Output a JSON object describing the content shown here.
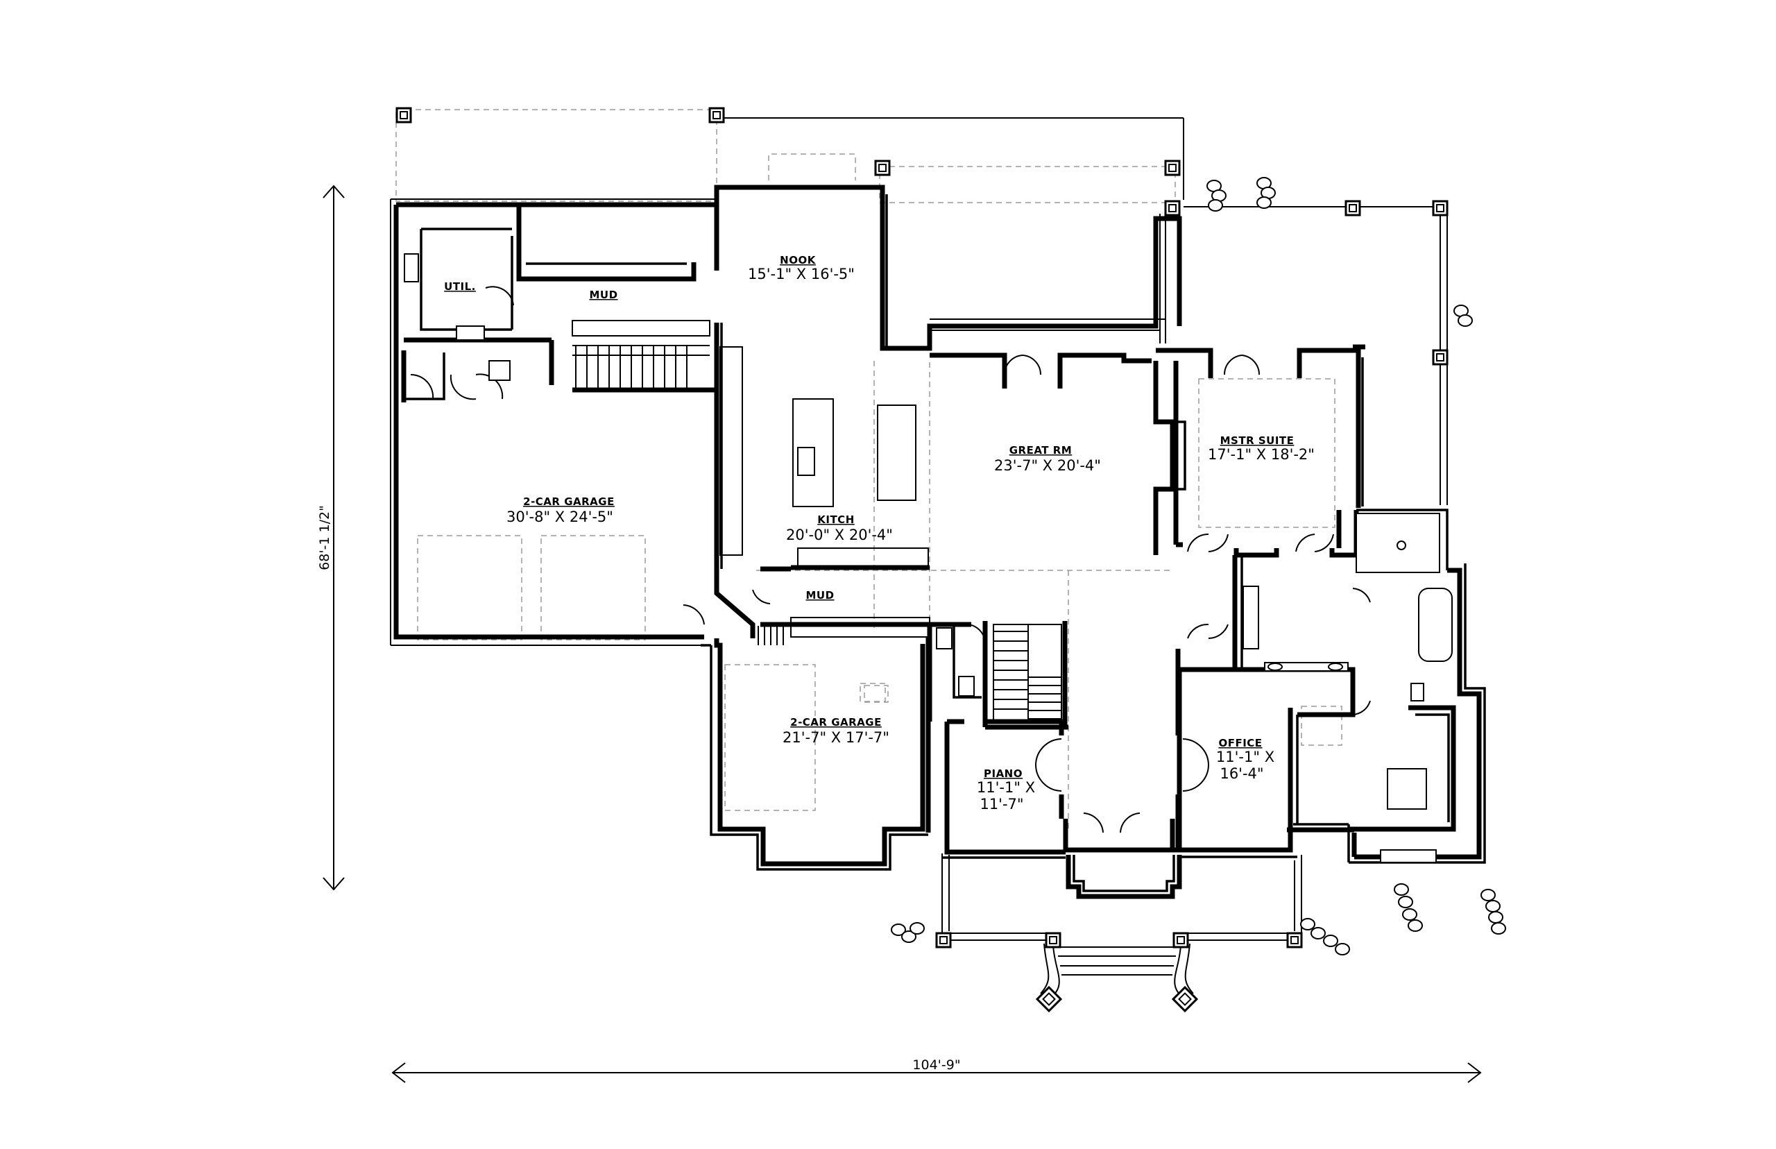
{
  "rooms": {
    "nook": {
      "name": "NOOK",
      "dims": "15'-1\" X 16'-5\""
    },
    "util": {
      "name": "UTIL."
    },
    "mud_upper": {
      "name": "MUD"
    },
    "garage_main": {
      "name": "2-CAR GARAGE",
      "dims": "30'-8\" X 24'-5\""
    },
    "kitchen": {
      "name": "KITCH",
      "dims": "20'-0\" X 20'-4\""
    },
    "great_rm": {
      "name": "GREAT RM",
      "dims": "23'-7\" X 20'-4\""
    },
    "mstr_suite": {
      "name": "MSTR SUITE",
      "dims": "17'-1\" X 18'-2\""
    },
    "mud_lower": {
      "name": "MUD"
    },
    "garage_front": {
      "name": "2-CAR GARAGE",
      "dims": "21'-7\" X 17'-7\""
    },
    "piano": {
      "name": "PIANO",
      "dims_line1": "11'-1\" X",
      "dims_line2": "11'-7\""
    },
    "office": {
      "name": "OFFICE",
      "dims_line1": "11'-1\" X",
      "dims_line2": "16'-4\""
    }
  },
  "dimensions": {
    "overall_width": "104'-9\"",
    "overall_depth": "68'-1 1/2\""
  }
}
